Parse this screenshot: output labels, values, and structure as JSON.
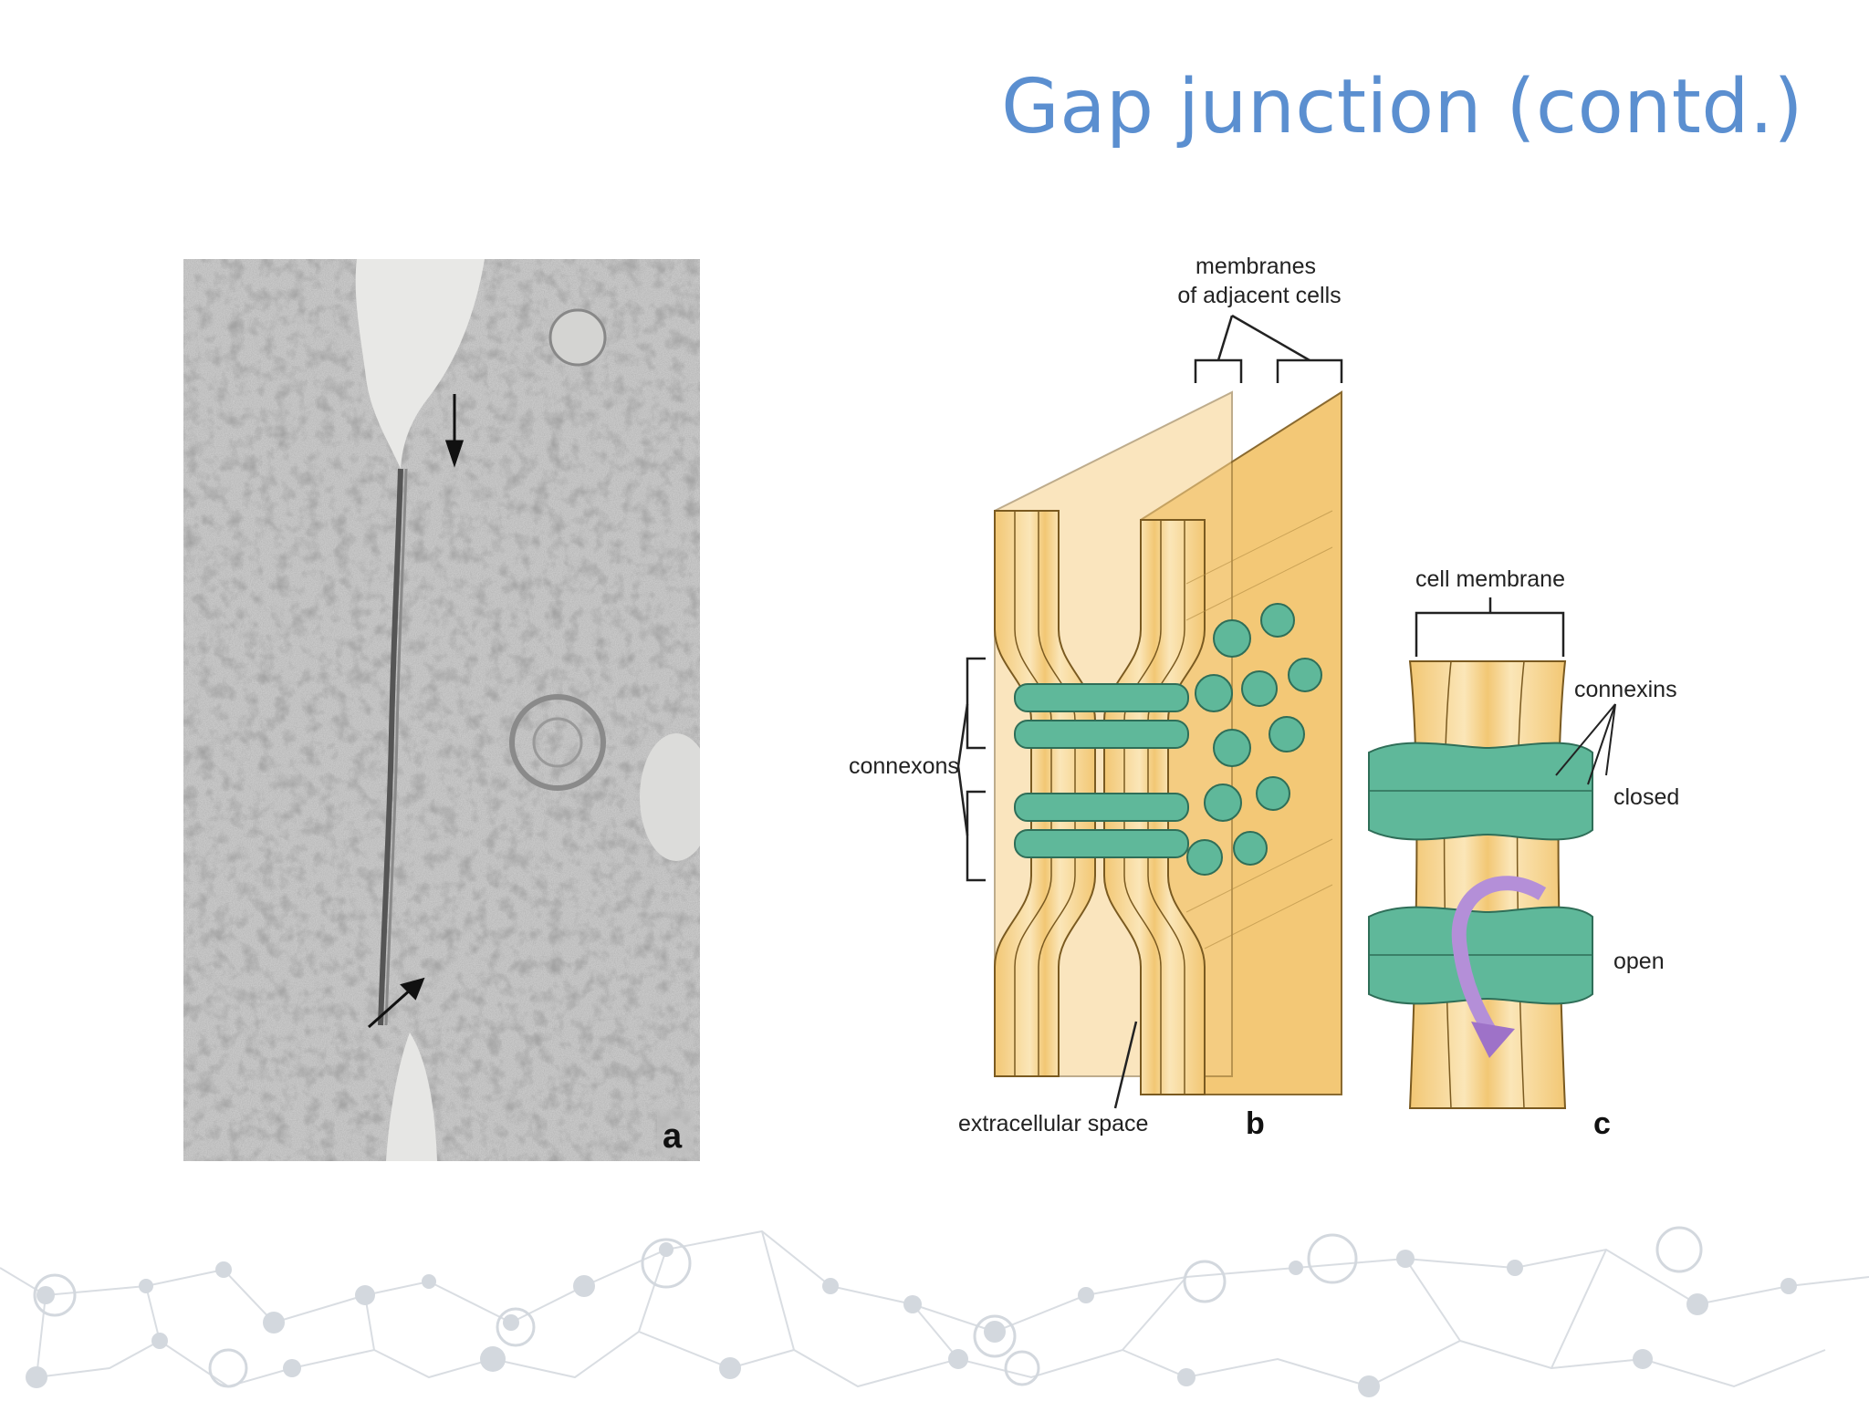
{
  "slide": {
    "title": "Gap junction (contd.)"
  },
  "figure": {
    "panel_a": {
      "letter": "a"
    },
    "panel_b": {
      "letter": "b",
      "label_membranes_line1": "membranes",
      "label_membranes_line2": "of adjacent cells",
      "label_connexons": "connexons",
      "label_extracellular": "extracellular space"
    },
    "panel_c": {
      "letter": "c",
      "label_cell_membrane": "cell membrane",
      "label_connexins": "connexins",
      "label_closed": "closed",
      "label_open": "open"
    }
  },
  "colors": {
    "title": "#5b8fd0",
    "membrane": "#f2c774",
    "membrane_light": "#fbe6b8",
    "connexon": "#5fb89a",
    "arrow_purple": "#b48fd8"
  }
}
